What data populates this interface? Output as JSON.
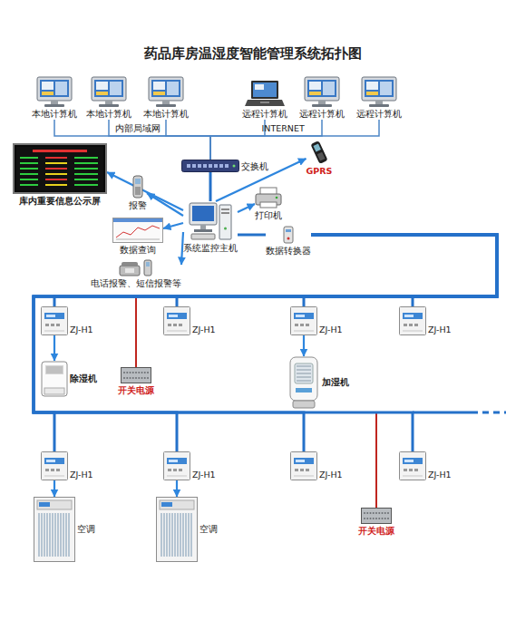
{
  "diagram": {
    "title": "药品库房温湿度智能管理系统拓扑图",
    "nodes": [
      {
        "text": [
          "本地计算机"
        ]
      },
      {
        "text": [
          "本地计算机"
        ]
      },
      {
        "text": [
          "本地计算机"
        ]
      },
      {
        "text": [
          "远程计算机"
        ]
      },
      {
        "text": [
          "远程计算机"
        ]
      },
      {
        "text": [
          "远程计算机"
        ]
      },
      {
        "text": [
          "交换机"
        ]
      },
      {
        "text": [
          "GPRS"
        ]
      },
      {
        "text": [
          "库内重要信息公示屏"
        ]
      },
      {
        "text": [
          "报警"
        ]
      },
      {
        "text": [
          "数据查询"
        ]
      },
      {
        "text": [
          "打印机"
        ]
      },
      {
        "text": [
          "系统监控主机"
        ]
      },
      {
        "text": [
          "电话报警、短信报警等"
        ]
      },
      {
        "text": [
          "数据转换器"
        ]
      },
      {
        "text": [
          "ZJ-H1"
        ]
      },
      {
        "text": [
          "除湿机"
        ]
      },
      {
        "text": [
          "开关电源"
        ]
      },
      {
        "text": [
          "ZJ-H1"
        ]
      },
      {
        "text": [
          "ZJ-H1"
        ]
      },
      {
        "text": [
          "加湿机"
        ]
      },
      {
        "text": [
          "ZJ-H1"
        ]
      },
      {
        "text": [
          "ZJ-H1"
        ]
      },
      {
        "text": [
          "空调"
        ]
      },
      {
        "text": [
          "ZJ-H1"
        ]
      },
      {
        "text": [
          "空调"
        ]
      },
      {
        "text": [
          "ZJ-H1"
        ]
      },
      {
        "text": [
          "开关电源"
        ]
      },
      {
        "text": [
          "ZJ-H1"
        ]
      }
    ],
    "edges": [
      {
        "from": 0,
        "to": 6,
        "arrow": "none"
      },
      {
        "from": 1,
        "to": 6,
        "arrow": "none"
      },
      {
        "from": 2,
        "to": 6,
        "arrow": "none"
      },
      {
        "from": 3,
        "to": 6,
        "arrow": "none"
      },
      {
        "from": 4,
        "to": 6,
        "arrow": "none"
      },
      {
        "from": 5,
        "to": 6,
        "arrow": "none"
      },
      {
        "from": 6,
        "to": 12,
        "arrow": "none"
      },
      {
        "from": 12,
        "to": 7,
        "arrow": "to"
      },
      {
        "from": 12,
        "to": 8,
        "arrow": "to"
      },
      {
        "from": 12,
        "to": 9,
        "arrow": "to"
      },
      {
        "from": 12,
        "to": 10,
        "arrow": "to"
      },
      {
        "from": 12,
        "to": 13,
        "arrow": "to"
      },
      {
        "from": 12,
        "to": 11,
        "arrow": "to"
      },
      {
        "from": 12,
        "to": 14,
        "arrow": "none"
      },
      {
        "from": 14,
        "to": 15,
        "arrow": "none"
      },
      {
        "from": 14,
        "to": 18,
        "arrow": "none"
      },
      {
        "from": 14,
        "to": 19,
        "arrow": "none"
      },
      {
        "from": 14,
        "to": 21,
        "arrow": "none"
      },
      {
        "from": 14,
        "to": 22,
        "arrow": "none"
      },
      {
        "from": 14,
        "to": 24,
        "arrow": "none"
      },
      {
        "from": 14,
        "to": 26,
        "arrow": "none"
      },
      {
        "from": 14,
        "to": 28,
        "arrow": "none"
      },
      {
        "from": 15,
        "to": 16,
        "arrow": "to"
      },
      {
        "from": 19,
        "to": 20,
        "arrow": "to"
      },
      {
        "from": 22,
        "to": 23,
        "arrow": "to"
      },
      {
        "from": 24,
        "to": 25,
        "arrow": "to"
      }
    ],
    "labels": [
      "内部局域网",
      "INTERNET"
    ]
  }
}
